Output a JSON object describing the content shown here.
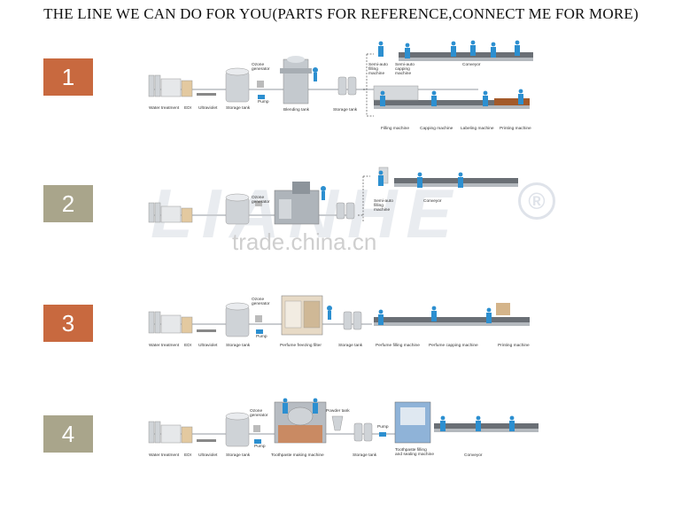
{
  "title": "THE LINE WE CAN DO FOR YOU(PARTS FOR REFERENCE,CONNECT ME FOR MORE)",
  "colors": {
    "orange": "#c8693f",
    "khaki": "#a9a58b",
    "figure_blue": "#2c8fd0",
    "steel": "#bfc4c9"
  },
  "watermark": {
    "logo": "LIANHE",
    "site": "trade.china.cn",
    "registered": "®"
  },
  "lines": [
    {
      "number": "1",
      "labels": {
        "water_treatment": "Water treatment",
        "edi": "EDI",
        "ultraviolet": "Ultraviolet",
        "storage_tank": "Storage tank",
        "ozone": "Ozone generator",
        "pump": "Pump",
        "blending_tank": "Blending tank",
        "storage_tank_2": "Storage tank",
        "semi_filling": "Semi-auto filling machine",
        "semi_capping": "Semi-auto capping machine",
        "conveyor": "Conveyor",
        "filling": "Filling machine",
        "capping": "Capping machine",
        "labeling": "Labeling machine",
        "printing": "Printing machine"
      }
    },
    {
      "number": "2",
      "labels": {
        "ozone": "Ozone generator",
        "semi_filling": "Semi-auto filling machine",
        "conveyor": "Conveyor"
      }
    },
    {
      "number": "3",
      "labels": {
        "water_treatment": "Water treatment",
        "edi": "EDI",
        "ultraviolet": "Ultraviolet",
        "storage_tank": "Storage tank",
        "ozone": "Ozone generator",
        "pump": "Pump",
        "freezing": "Perfume freezing filter",
        "storage_tank_2": "Storage tank",
        "perfume_filling": "Perfume filling machine",
        "perfume_capping": "Perfume capping machine",
        "printing": "Printing machine"
      }
    },
    {
      "number": "4",
      "labels": {
        "water_treatment": "Water treatment",
        "edi": "EDI",
        "ultraviolet": "Ultraviolet",
        "storage_tank": "Storage tank",
        "ozone": "Ozone generator",
        "pump": "Pump",
        "toothpaste_making": "Toothpaste making machine",
        "powder_tank": "Powder tank",
        "storage_tank_2": "Storage tank",
        "pump_2": "Pump",
        "toothpaste_filling": "Toothpaste filling and sealing machine",
        "conveyor": "Conveyor"
      }
    }
  ]
}
